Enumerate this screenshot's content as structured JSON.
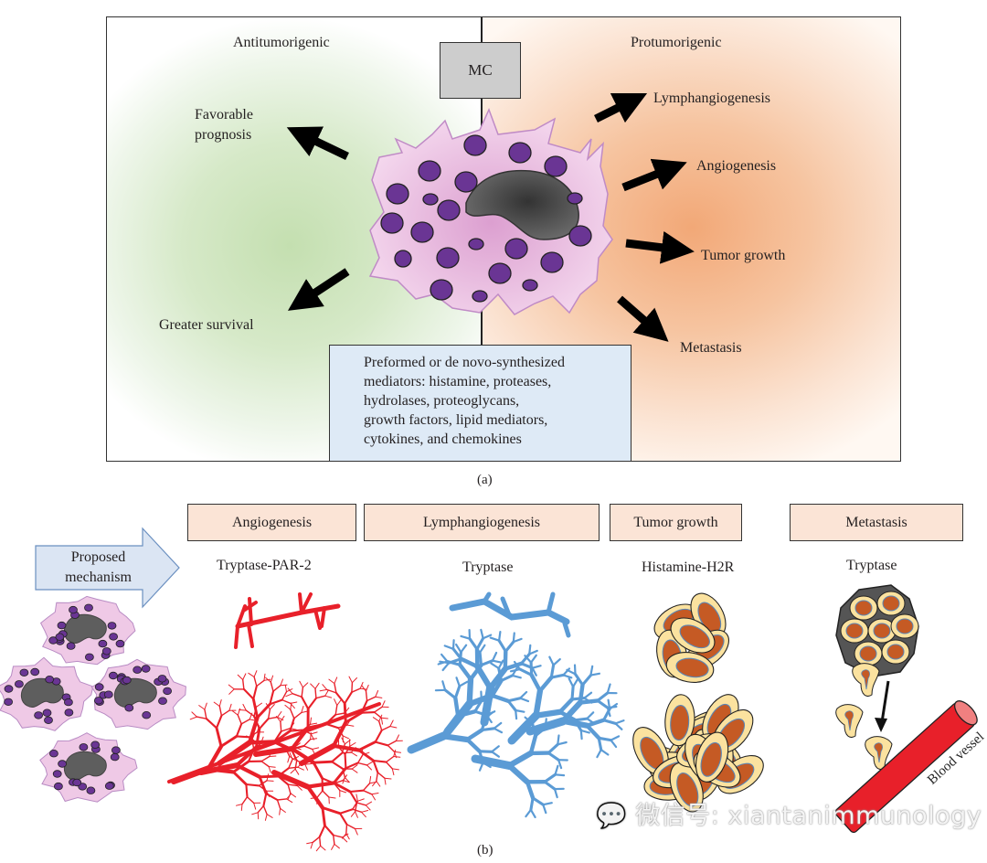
{
  "panel_a": {
    "left_heading": "Antitumorigenic",
    "right_heading": "Protumorigenic",
    "center_box": "MC",
    "left_outcomes": [
      "Favorable",
      "prognosis",
      "Greater survival"
    ],
    "right_outcomes": [
      "Lymphangiogenesis",
      "Angiogenesis",
      "Tumor growth",
      "Metastasis"
    ],
    "mediators_box": [
      "Preformed or de novo-synthesized",
      "mediators: histamine, proteases,",
      "hydrolases, proteoglycans,",
      "growth factors, lipid mediators,",
      "cytokines, and chemokines"
    ],
    "caption": "(a)",
    "colors": {
      "antitumor_bg": "#c4dfb0",
      "protumor_bg": "#f2a877",
      "mediator_bg": "#deeaf6",
      "granule": "#6a3594",
      "cell": "#efc9e6",
      "nucleus": "#5e5e5e"
    }
  },
  "panel_b": {
    "proposed_label": [
      "Proposed",
      "mechanism"
    ],
    "columns": [
      {
        "heading": "Angiogenesis",
        "mediator": "Tryptase-PAR-2",
        "illustration": "red-blood-vessel-network"
      },
      {
        "heading": "Lymphangiogenesis",
        "mediator": "Tryptase",
        "illustration": "blue-lymphatic-network"
      },
      {
        "heading": "Tumor growth",
        "mediator": "Histamine-H2R",
        "illustration": "tumor-cell-cluster"
      },
      {
        "heading": "Metastasis",
        "mediator": "Tryptase",
        "illustration": "metastasizing-tumor-cells"
      }
    ],
    "vessel_label": "Blood vessel",
    "caption": "(b)",
    "colors": {
      "header_bg": "#fbe4d6",
      "arrow_bg": "#dbe5f3",
      "angiogenesis": "#e8202a",
      "lymph": "#5b9bd5",
      "tumor_cell": "#fbe29f",
      "tumor_nucleus": "#c55a24"
    }
  },
  "watermark": "微信号: xiantanimmunology"
}
